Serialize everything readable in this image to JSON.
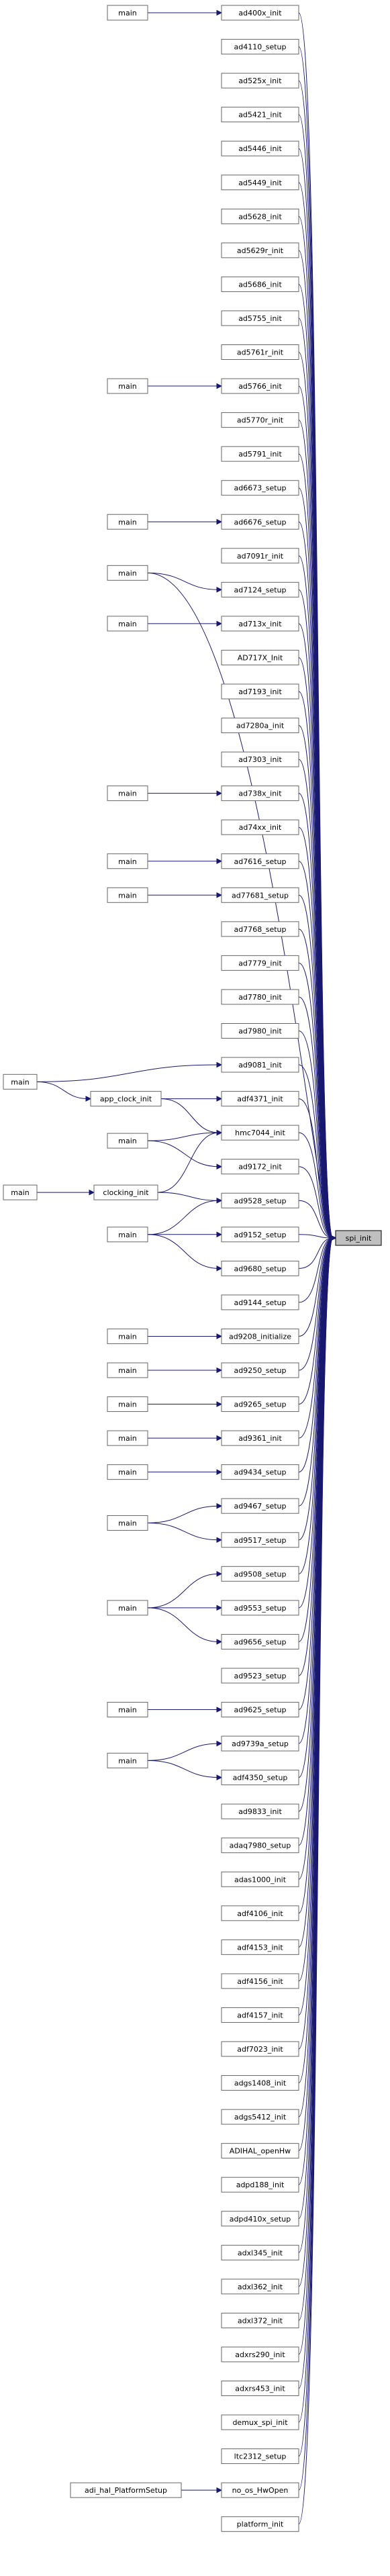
{
  "target": "spi_init",
  "callers": [
    {
      "id": "ad400x_init",
      "label": "ad400x_init"
    },
    {
      "id": "ad4110_setup",
      "label": "ad4110_setup"
    },
    {
      "id": "ad525x_init",
      "label": "ad525x_init"
    },
    {
      "id": "ad5421_init",
      "label": "ad5421_init"
    },
    {
      "id": "ad5446_init",
      "label": "ad5446_init"
    },
    {
      "id": "ad5449_init",
      "label": "ad5449_init"
    },
    {
      "id": "ad5628_init",
      "label": "ad5628_init"
    },
    {
      "id": "ad5629r_init",
      "label": "ad5629r_init"
    },
    {
      "id": "ad5686_init",
      "label": "ad5686_init"
    },
    {
      "id": "ad5755_init",
      "label": "ad5755_init"
    },
    {
      "id": "ad5761r_init",
      "label": "ad5761r_init"
    },
    {
      "id": "ad5766_init",
      "label": "ad5766_init"
    },
    {
      "id": "ad5770r_init",
      "label": "ad5770r_init"
    },
    {
      "id": "ad5791_init",
      "label": "ad5791_init"
    },
    {
      "id": "ad6673_setup",
      "label": "ad6673_setup"
    },
    {
      "id": "ad6676_setup",
      "label": "ad6676_setup"
    },
    {
      "id": "ad7091r_init",
      "label": "ad7091r_init"
    },
    {
      "id": "ad7124_setup",
      "label": "ad7124_setup"
    },
    {
      "id": "ad713x_init",
      "label": "ad713x_init"
    },
    {
      "id": "AD717X_Init",
      "label": "AD717X_Init"
    },
    {
      "id": "ad7193_init",
      "label": "ad7193_init"
    },
    {
      "id": "ad7280a_init",
      "label": "ad7280a_init"
    },
    {
      "id": "ad7303_init",
      "label": "ad7303_init"
    },
    {
      "id": "ad738x_init",
      "label": "ad738x_init"
    },
    {
      "id": "ad74xx_init",
      "label": "ad74xx_init"
    },
    {
      "id": "ad7616_setup",
      "label": "ad7616_setup"
    },
    {
      "id": "ad77681_setup",
      "label": "ad77681_setup"
    },
    {
      "id": "ad7768_setup",
      "label": "ad7768_setup"
    },
    {
      "id": "ad7779_init",
      "label": "ad7779_init"
    },
    {
      "id": "ad7780_init",
      "label": "ad7780_init"
    },
    {
      "id": "ad7980_init",
      "label": "ad7980_init"
    },
    {
      "id": "ad9081_init",
      "label": "ad9081_init"
    },
    {
      "id": "adf4371_init",
      "label": "adf4371_init"
    },
    {
      "id": "hmc7044_init",
      "label": "hmc7044_init"
    },
    {
      "id": "ad9172_init",
      "label": "ad9172_init"
    },
    {
      "id": "ad9528_setup",
      "label": "ad9528_setup"
    },
    {
      "id": "ad9152_setup",
      "label": "ad9152_setup"
    },
    {
      "id": "ad9680_setup",
      "label": "ad9680_setup"
    },
    {
      "id": "ad9144_setup",
      "label": "ad9144_setup"
    },
    {
      "id": "ad9208_initialize",
      "label": "ad9208_initialize"
    },
    {
      "id": "ad9250_setup",
      "label": "ad9250_setup"
    },
    {
      "id": "ad9265_setup",
      "label": "ad9265_setup"
    },
    {
      "id": "ad9361_init",
      "label": "ad9361_init"
    },
    {
      "id": "ad9434_setup",
      "label": "ad9434_setup"
    },
    {
      "id": "ad9467_setup",
      "label": "ad9467_setup"
    },
    {
      "id": "ad9517_setup",
      "label": "ad9517_setup"
    },
    {
      "id": "ad9508_setup",
      "label": "ad9508_setup"
    },
    {
      "id": "ad9553_setup",
      "label": "ad9553_setup"
    },
    {
      "id": "ad9656_setup",
      "label": "ad9656_setup"
    },
    {
      "id": "ad9523_setup",
      "label": "ad9523_setup"
    },
    {
      "id": "ad9625_setup",
      "label": "ad9625_setup"
    },
    {
      "id": "ad9739a_setup",
      "label": "ad9739a_setup"
    },
    {
      "id": "adf4350_setup",
      "label": "adf4350_setup"
    },
    {
      "id": "ad9833_init",
      "label": "ad9833_init"
    },
    {
      "id": "adaq7980_setup",
      "label": "adaq7980_setup"
    },
    {
      "id": "adas1000_init",
      "label": "adas1000_init"
    },
    {
      "id": "adf4106_init",
      "label": "adf4106_init"
    },
    {
      "id": "adf4153_init",
      "label": "adf4153_init"
    },
    {
      "id": "adf4156_init",
      "label": "adf4156_init"
    },
    {
      "id": "adf4157_init",
      "label": "adf4157_init"
    },
    {
      "id": "adf7023_init",
      "label": "adf7023_init"
    },
    {
      "id": "adgs1408_init",
      "label": "adgs1408_init"
    },
    {
      "id": "adgs5412_init",
      "label": "adgs5412_init"
    },
    {
      "id": "ADIHAL_openHw",
      "label": "ADIHAL_openHw"
    },
    {
      "id": "adpd188_init",
      "label": "adpd188_init"
    },
    {
      "id": "adpd410x_setup",
      "label": "adpd410x_setup"
    },
    {
      "id": "adxl345_init",
      "label": "adxl345_init"
    },
    {
      "id": "adxl362_init",
      "label": "adxl362_init"
    },
    {
      "id": "adxl372_init",
      "label": "adxl372_init"
    },
    {
      "id": "adxrs290_init",
      "label": "adxrs290_init"
    },
    {
      "id": "adxrs453_init",
      "label": "adxrs453_init"
    },
    {
      "id": "demux_spi_init",
      "label": "demux_spi_init"
    },
    {
      "id": "ltc2312_setup",
      "label": "ltc2312_setup"
    },
    {
      "id": "no_os_HwOpen",
      "label": "no_os_HwOpen"
    },
    {
      "id": "platform_init",
      "label": "platform_init"
    }
  ],
  "callers2": [
    {
      "id": "main_01",
      "label": "main",
      "calls": [
        "ad400x_init"
      ]
    },
    {
      "id": "main_12",
      "label": "main",
      "calls": [
        "ad5766_init"
      ]
    },
    {
      "id": "main_16",
      "label": "main",
      "calls": [
        "ad6676_setup"
      ]
    },
    {
      "id": "main_18",
      "label": "main",
      "calls": [
        "ad7124_setup",
        "spi_init"
      ]
    },
    {
      "id": "main_19",
      "label": "main",
      "calls": [
        "ad713x_init"
      ]
    },
    {
      "id": "main_24",
      "label": "main",
      "calls": [
        "ad738x_init"
      ]
    },
    {
      "id": "main_26",
      "label": "main",
      "calls": [
        "ad7616_setup"
      ]
    },
    {
      "id": "main_27",
      "label": "main",
      "calls": [
        "ad77681_setup"
      ]
    },
    {
      "id": "app_clock_init",
      "label": "app_clock_init",
      "calls": [
        "adf4371_init",
        "hmc7044_init"
      ]
    },
    {
      "id": "main_hmc",
      "label": "main",
      "calls": [
        "hmc7044_init",
        "ad9172_init"
      ]
    },
    {
      "id": "clocking_init",
      "label": "clocking_init",
      "calls": [
        "hmc7044_init",
        "ad9528_setup"
      ]
    },
    {
      "id": "main_9152",
      "label": "main",
      "calls": [
        "ad9528_setup",
        "ad9152_setup",
        "ad9680_setup"
      ]
    },
    {
      "id": "main_9208",
      "label": "main",
      "calls": [
        "ad9208_initialize"
      ]
    },
    {
      "id": "main_9250",
      "label": "main",
      "calls": [
        "ad9250_setup"
      ]
    },
    {
      "id": "main_9265",
      "label": "main",
      "calls": [
        "ad9265_setup"
      ]
    },
    {
      "id": "main_9361",
      "label": "main",
      "calls": [
        "ad9361_init"
      ]
    },
    {
      "id": "main_9434",
      "label": "main",
      "calls": [
        "ad9434_setup"
      ]
    },
    {
      "id": "main_9467",
      "label": "main",
      "calls": [
        "ad9467_setup",
        "ad9517_setup"
      ]
    },
    {
      "id": "main_9553",
      "label": "main",
      "calls": [
        "ad9508_setup",
        "ad9553_setup",
        "ad9656_setup"
      ]
    },
    {
      "id": "main_9625",
      "label": "main",
      "calls": [
        "ad9625_setup"
      ]
    },
    {
      "id": "main_9739",
      "label": "main",
      "calls": [
        "ad9739a_setup",
        "adf4350_setup"
      ]
    },
    {
      "id": "adi_hal_PlatformSetup",
      "label": "adi_hal_PlatformSetup",
      "calls": [
        "no_os_HwOpen"
      ]
    }
  ],
  "callers3": [
    {
      "id": "main_far1",
      "label": "main",
      "calls": [
        "ad9081_init",
        "app_clock_init"
      ]
    },
    {
      "id": "main_far2",
      "label": "main",
      "calls": [
        "clocking_init"
      ]
    }
  ]
}
